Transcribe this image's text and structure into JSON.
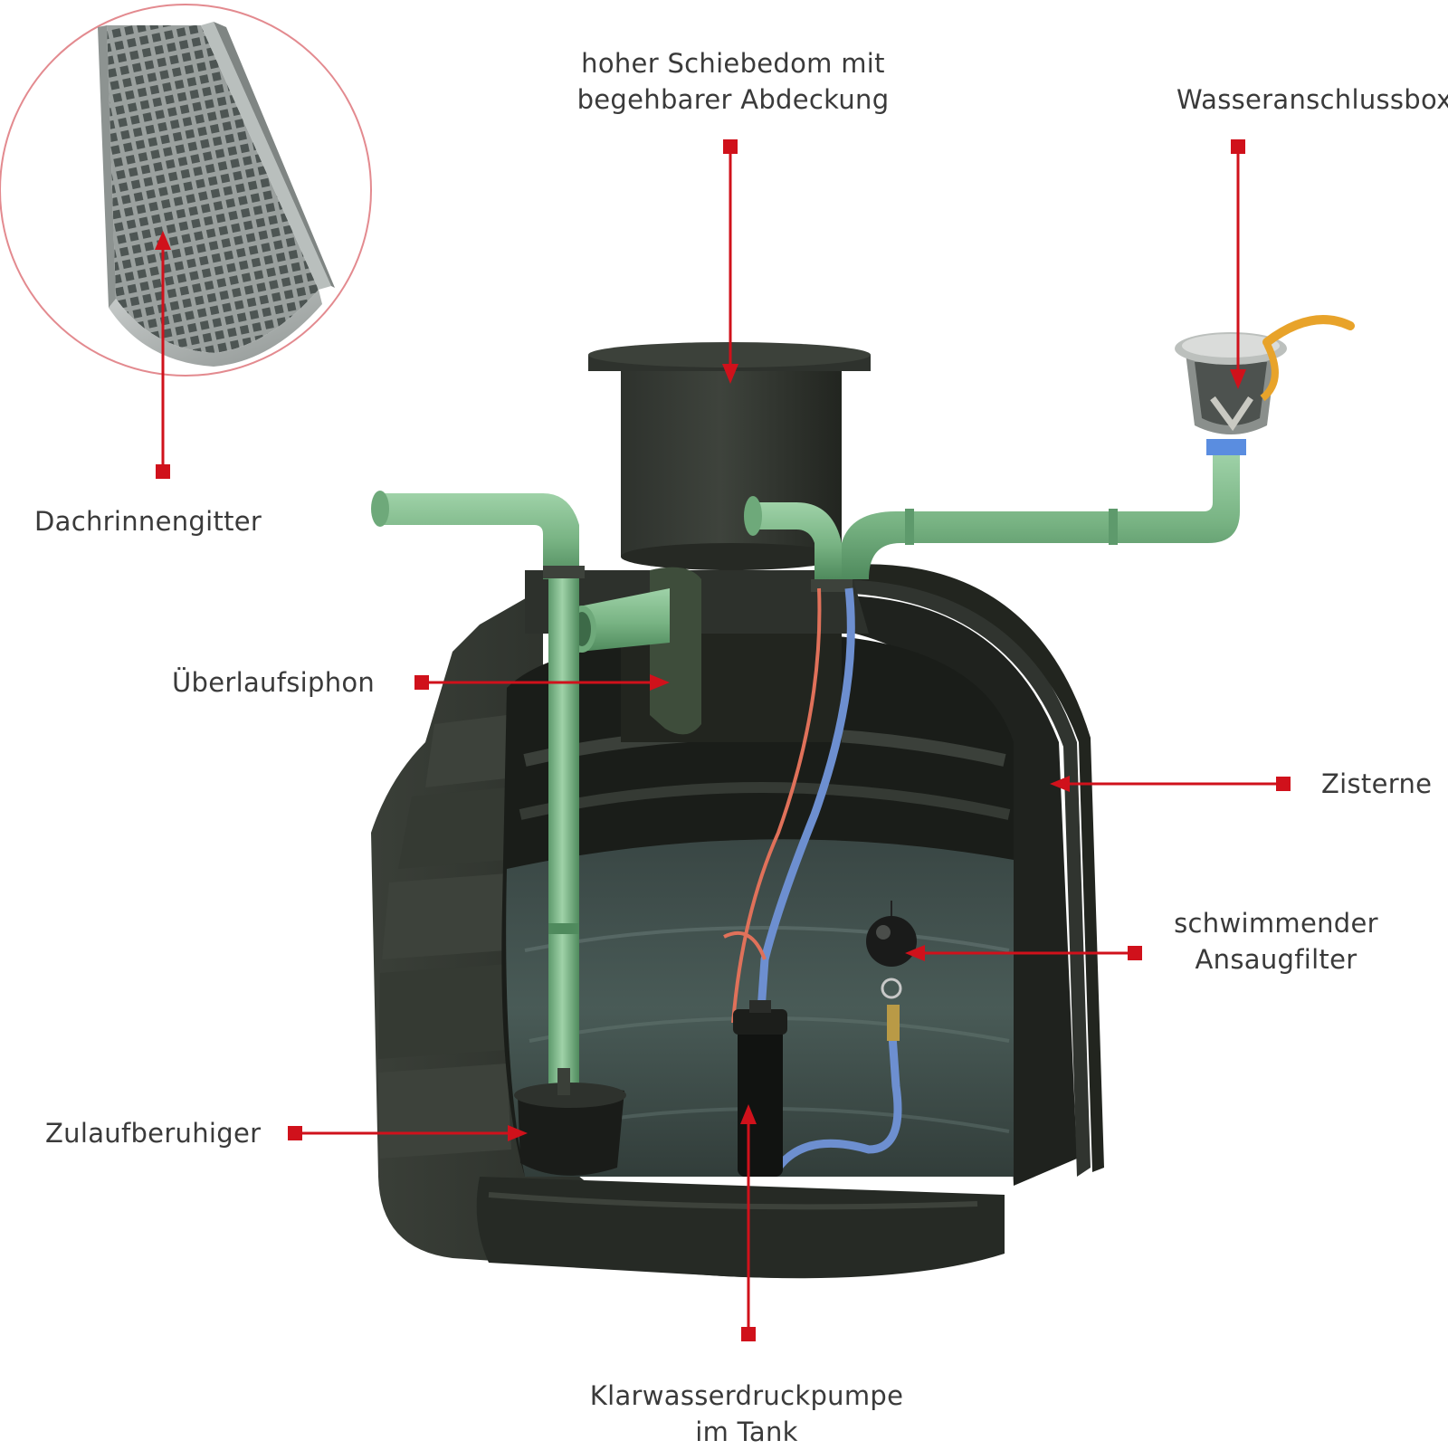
{
  "colors": {
    "accent": "#d0111b",
    "tank": "#2b2f2a",
    "pipe_green": "#7fb98a",
    "hose_blue": "#6d8fd0",
    "cable_red": "#e0715a"
  },
  "labels": {
    "dome_line1": "hoher Schiebedom mit",
    "dome_line2": "begehbarer Abdeckung",
    "connection_box": "Wasseranschlussbox",
    "gutter_grid": "Dachrinnengitter",
    "overflow_siphon": "Überlaufsiphon",
    "cistern": "Zisterne",
    "filter_line1": "schwimmender",
    "filter_line2": "Ansaugfilter",
    "inflow_calmer": "Zulaufberuhiger",
    "pump_line1": "Klarwasserdruckpumpe",
    "pump_line2": "im Tank"
  }
}
